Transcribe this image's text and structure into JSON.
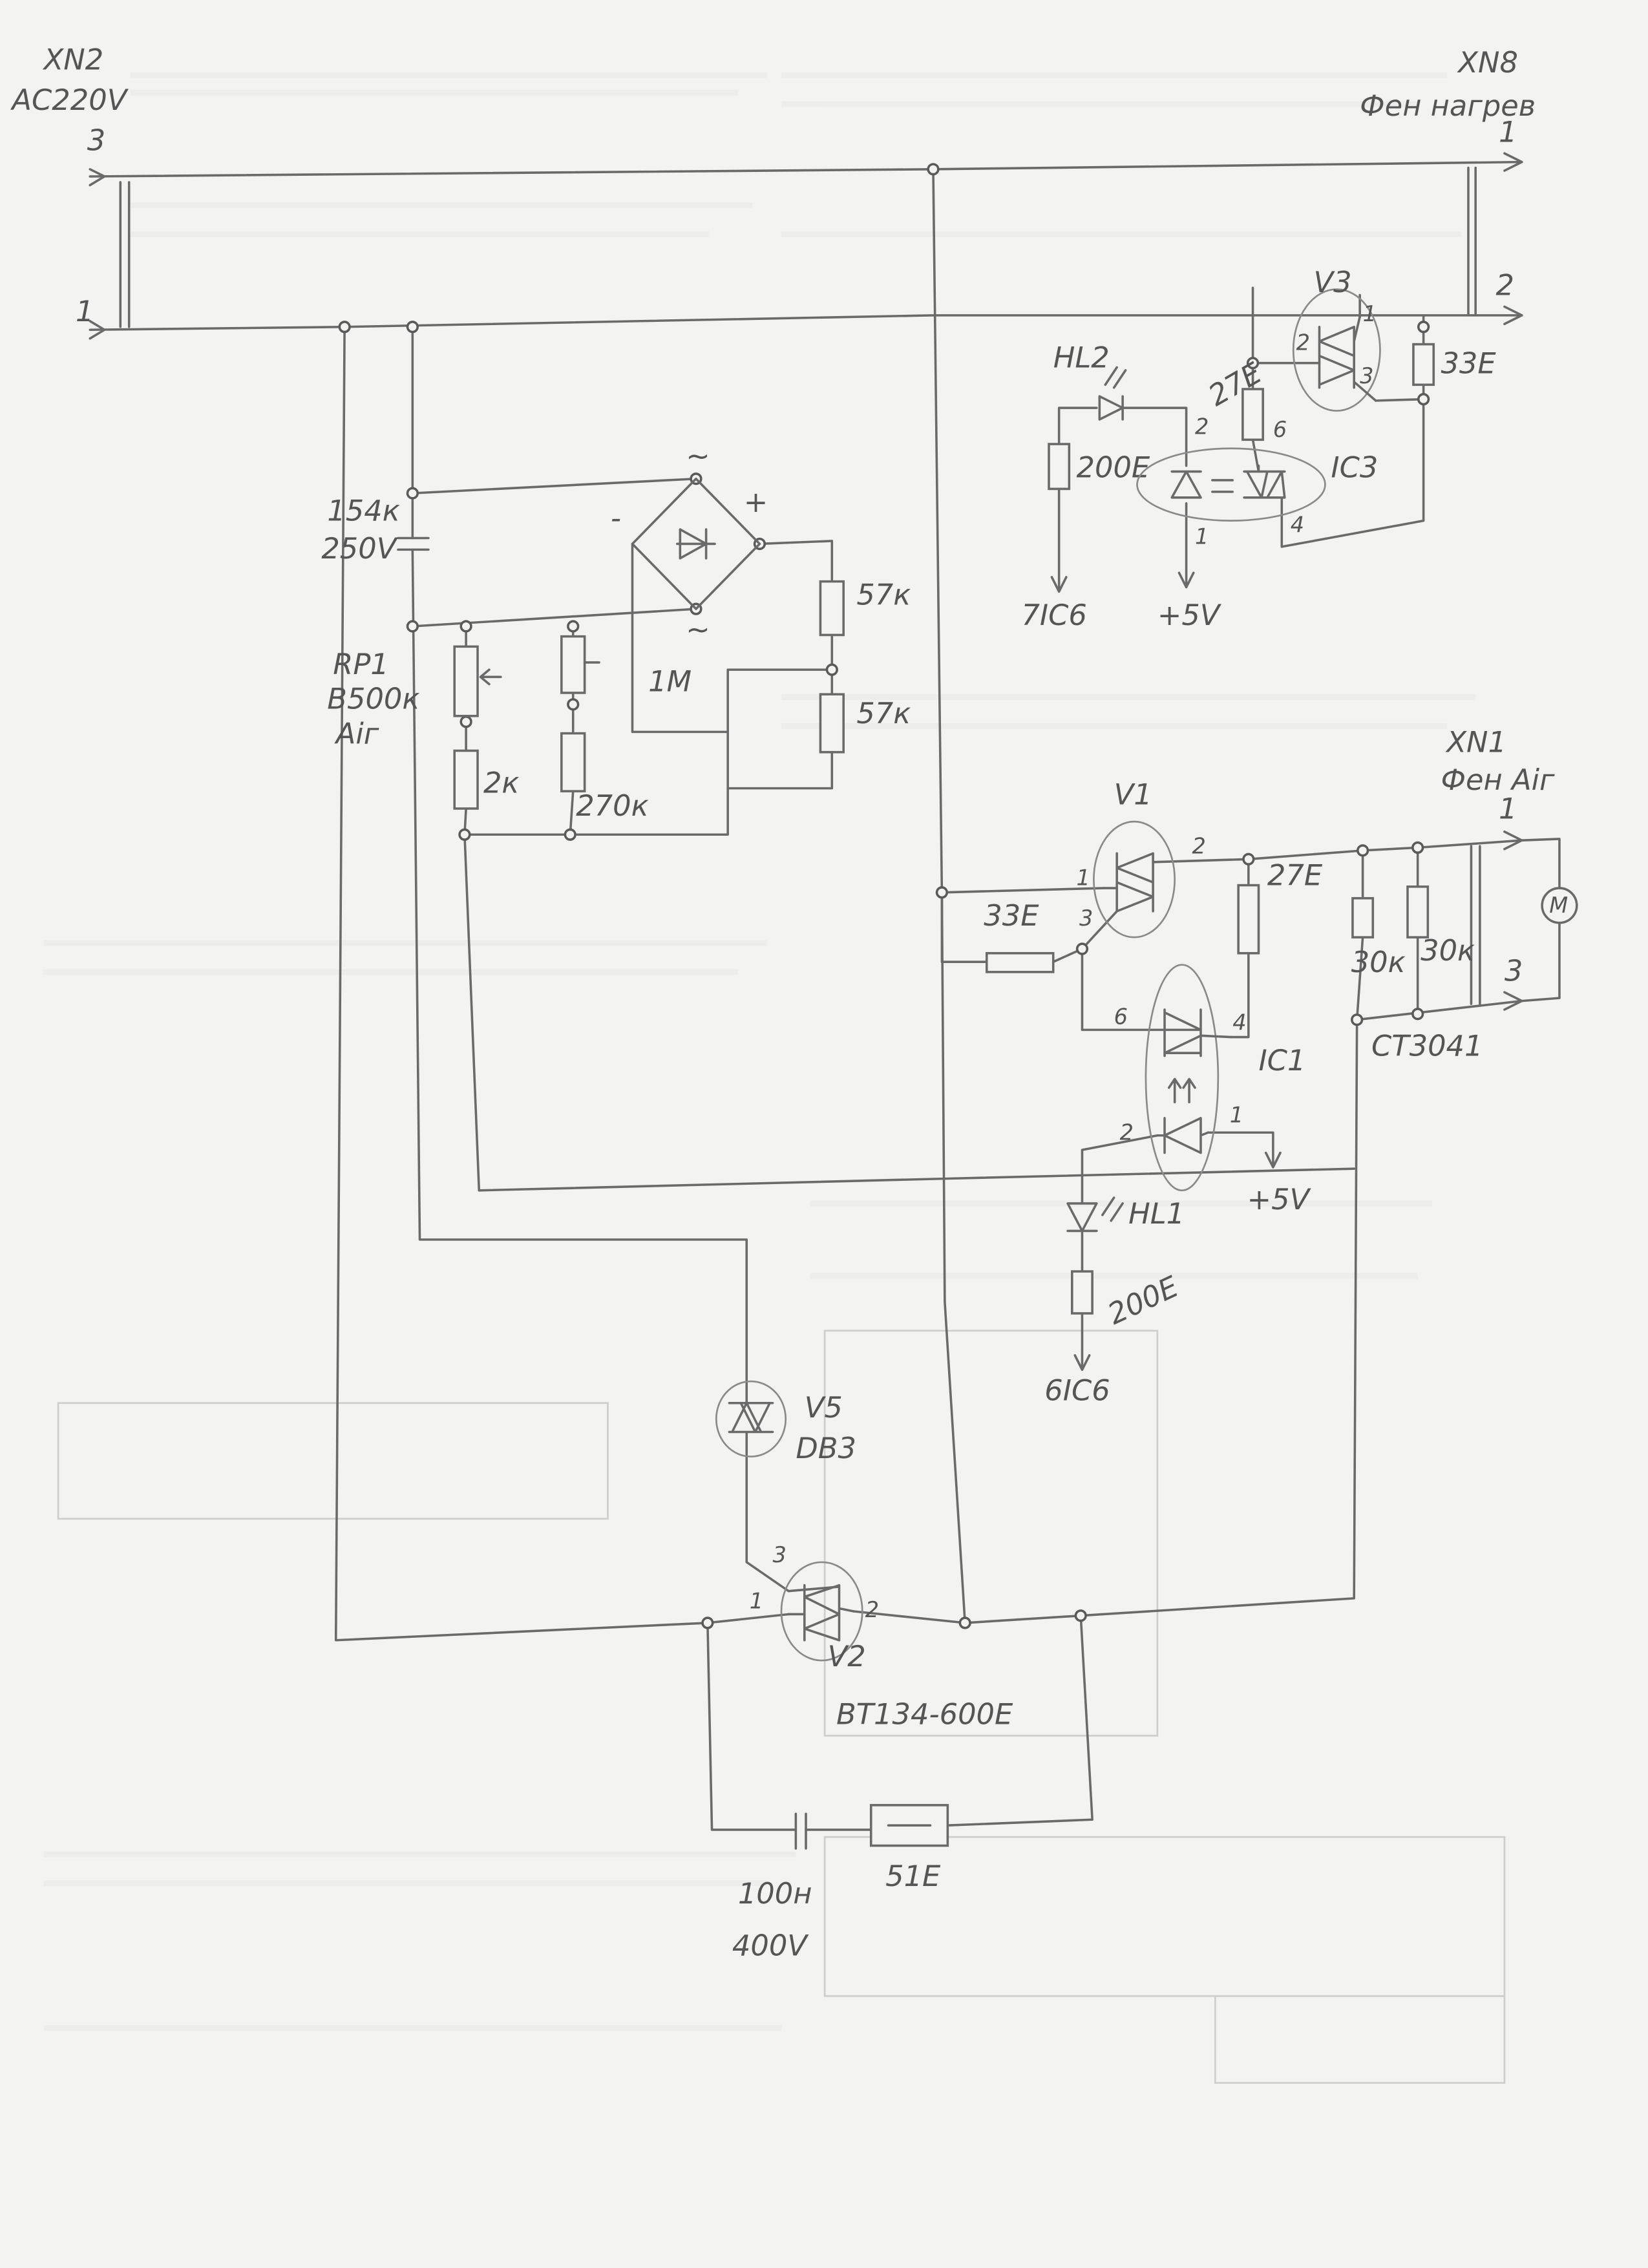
{
  "connectors": {
    "xn2": {
      "ref": "XN2",
      "desc": "AC220V",
      "pin_top": "3",
      "pin_bottom": "1"
    },
    "xn8": {
      "ref": "XN8",
      "desc": "Фен нагрев",
      "pin_top": "1",
      "pin_bottom": "2"
    },
    "xn1": {
      "ref": "XN1",
      "desc": "Фен Aiг",
      "pin_top": "1",
      "pin_bottom": "3",
      "motor": "M"
    }
  },
  "components": {
    "c1": {
      "value": "154к",
      "voltage": "250V"
    },
    "bridge": {
      "ac_top": "~",
      "ac_bottom": "~",
      "plus": "+",
      "minus": "-"
    },
    "rp1": {
      "ref": "RP1",
      "value": "B500к",
      "desc": "Aiг"
    },
    "r_2k": "2к",
    "r_270k": "270к",
    "r_1m": "1M",
    "r_57k_a": "57к",
    "r_57k_b": "57к",
    "v3": {
      "ref": "V3",
      "pin1": "1",
      "pin2": "2",
      "pin3": "3"
    },
    "r_33e_v3": "33E",
    "r_27e_v3": "27E",
    "hl2": {
      "ref": "HL2",
      "resistor": "200E",
      "target": "7IC6"
    },
    "ic3": {
      "ref": "IC3",
      "pin1": "1",
      "pin2": "2",
      "pin4": "4",
      "pin6": "6",
      "supply": "+5V"
    },
    "v1": {
      "ref": "V1",
      "pin1": "1",
      "pin2": "2",
      "pin3": "3"
    },
    "r_33e_v1": "33E",
    "r_27e_v1": "27E",
    "r_30k_a": "30к",
    "r_30k_b": "30к",
    "ct": "CT3041",
    "ic1": {
      "ref": "IC1",
      "pin1": "1",
      "pin2": "2",
      "pin4": "4",
      "pin6": "6",
      "supply": "+5V"
    },
    "hl1": {
      "ref": "HL1",
      "resistor": "200E",
      "target": "6IC6"
    },
    "v5": {
      "ref": "V5",
      "part": "DB3"
    },
    "v2": {
      "ref": "V2",
      "part": "BT134-600E",
      "pin1": "1",
      "pin2": "2",
      "pin3": "3"
    },
    "snubber": {
      "cap": "100н",
      "cap_voltage": "400V",
      "resistor": "51E"
    }
  },
  "colors": {
    "paper": "#f3f3f1",
    "pencil": "#6a6a6a"
  }
}
